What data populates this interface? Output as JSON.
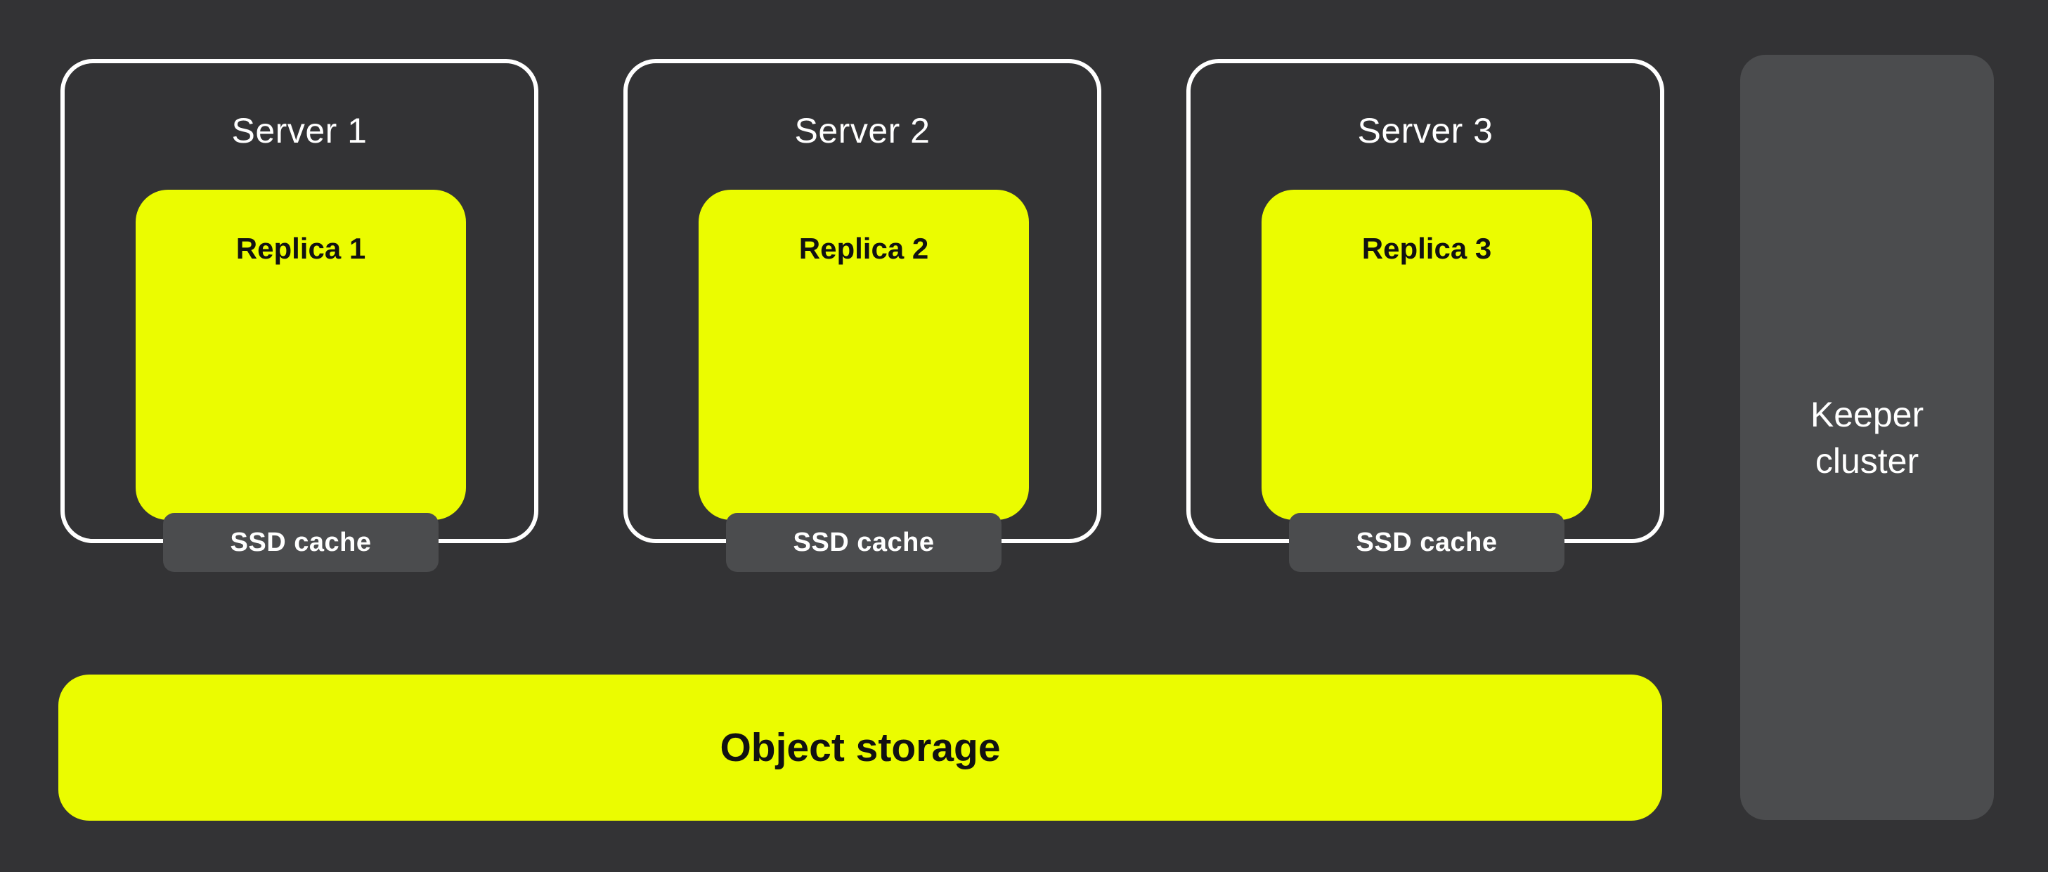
{
  "colors": {
    "background": "#333335",
    "accent_yellow": "#ebfc00",
    "panel_gray": "#4b4c4e",
    "border_white": "#ffffff",
    "text_dark": "#111111",
    "text_light": "#ffffff"
  },
  "diagram": {
    "servers": [
      {
        "label": "Server 1",
        "replica_label": "Replica 1",
        "cache_label": "SSD cache"
      },
      {
        "label": "Server 2",
        "replica_label": "Replica 2",
        "cache_label": "SSD cache"
      },
      {
        "label": "Server 3",
        "replica_label": "Replica 3",
        "cache_label": "SSD cache"
      }
    ],
    "object_storage_label": "Object storage",
    "keeper_label": "Keeper cluster"
  }
}
